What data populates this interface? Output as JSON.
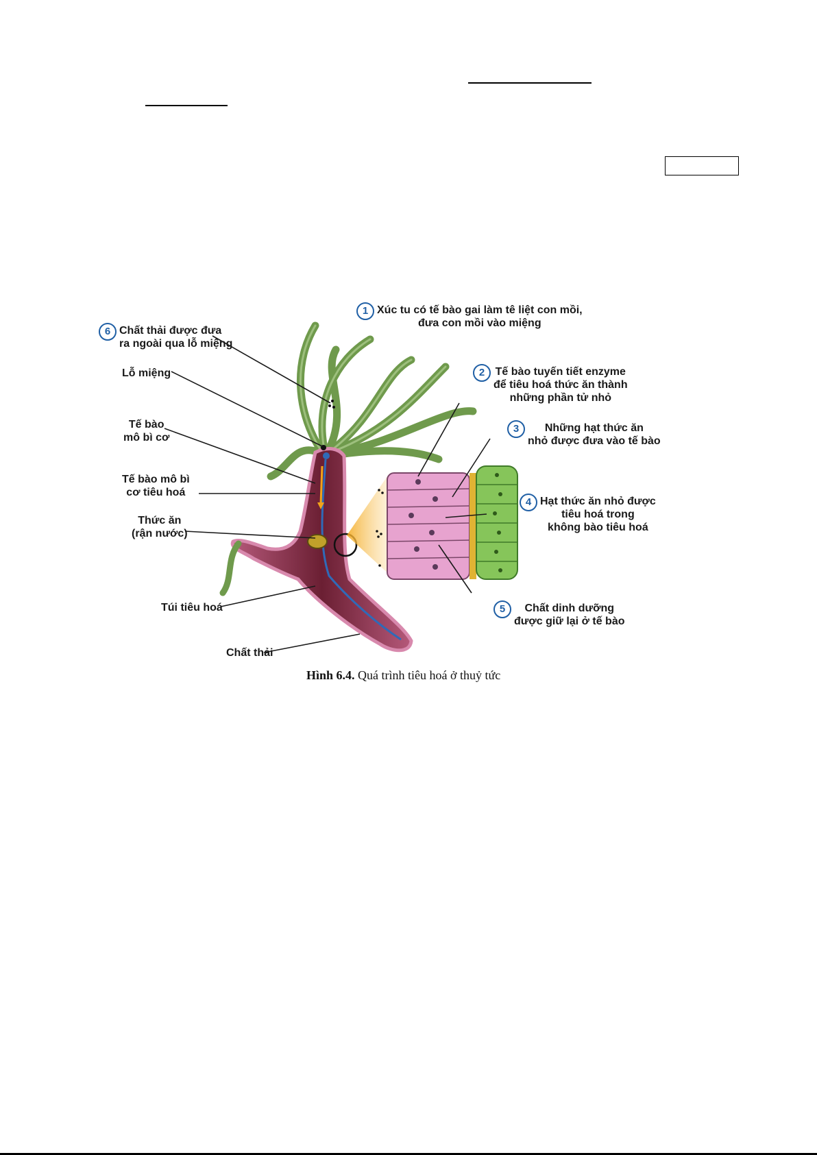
{
  "figure": {
    "labels": {
      "l1": {
        "num": "1",
        "text": "Xúc tu có tế bào gai làm tê liệt con mồi,\nđưa con mồi vào miệng"
      },
      "l2": {
        "num": "2",
        "text": "Tế bào tuyến tiết enzyme\nđể tiêu hoá thức ăn thành\nnhững phần tử nhỏ"
      },
      "l3": {
        "num": "3",
        "text": "Những hạt thức ăn\nnhỏ được đưa vào tế bào"
      },
      "l4": {
        "num": "4",
        "text": "Hạt thức ăn nhỏ được\ntiêu hoá trong\nkhông bào tiêu hoá"
      },
      "l5": {
        "num": "5",
        "text": "Chất dinh dưỡng\nđược giữ lại ở tế bào"
      },
      "l6": {
        "num": "6",
        "text": "Chất thải được đưa\nra ngoài qua lỗ miệng"
      },
      "mouth": "Lỗ miệng",
      "epi": "Tế bào\nmô bì cơ",
      "digest_cell": "Tế bào mô bì\ncơ tiêu hoá",
      "food": "Thức ăn\n(rận nước)",
      "sac": "Túi tiêu hoá",
      "waste": "Chất thải"
    },
    "caption": {
      "bold": "Hình 6.4.",
      "rest": " Quá trình tiêu hoá ở thuỷ tức"
    }
  },
  "colors": {
    "number_circle": "#1f5fa5",
    "tentacle": "#6f9a4c",
    "body": "#8a2e45",
    "cell_pink": "#e7a3cf",
    "cell_green": "#86c55a"
  }
}
